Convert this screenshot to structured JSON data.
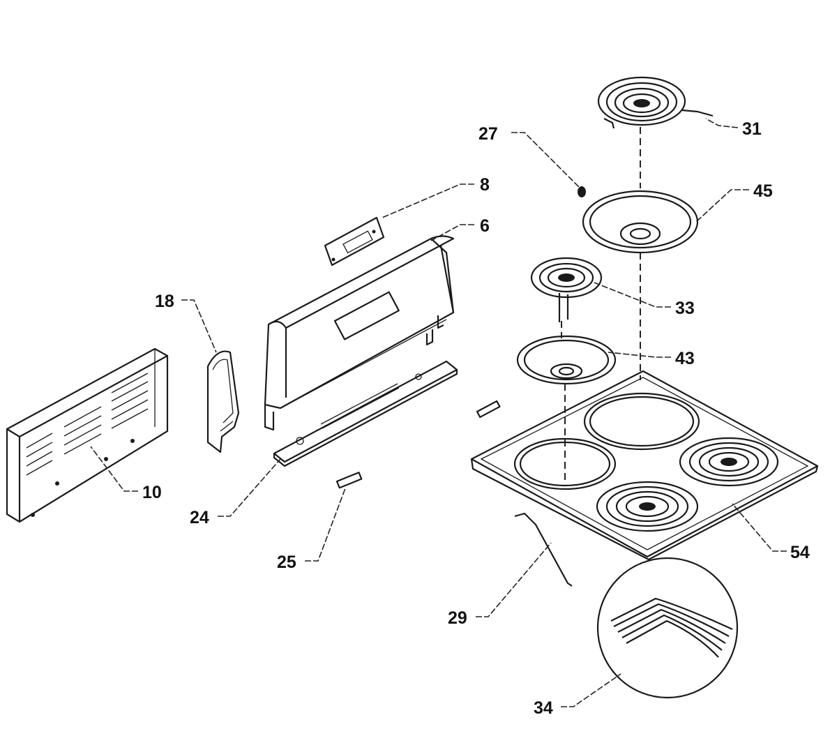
{
  "labels": {
    "p6": "6",
    "p8": "8",
    "p10": "10",
    "p18": "18",
    "p24": "24",
    "p25": "25",
    "p27": "27",
    "p29": "29",
    "p31": "31",
    "p33": "33",
    "p34": "34",
    "p43": "43",
    "p45": "45",
    "p54": "54"
  },
  "colors": {
    "line": "#1a1a1a",
    "background": "#ffffff"
  }
}
